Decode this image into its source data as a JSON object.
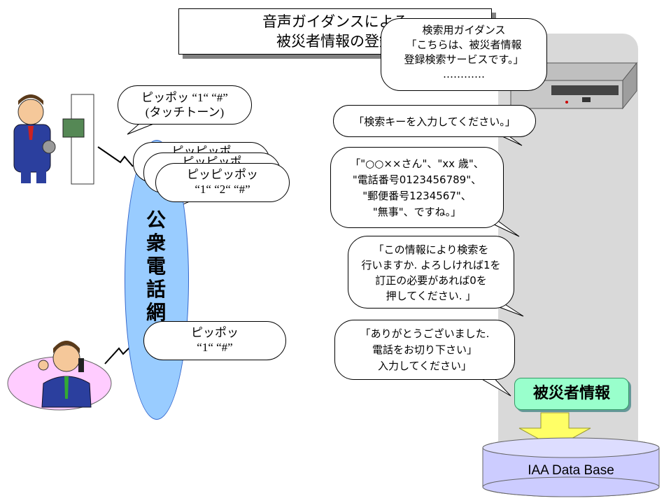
{
  "title": {
    "line1": "音声ガイダンスによる",
    "line2": "被災者情報の登録"
  },
  "network_label": "公衆電話網",
  "caller_bubble_1": {
    "line1": "ピッポッ “1“ “#”",
    "line2": "(タッチトーン)"
  },
  "stacked_bubble_back_1": {
    "text": "ピッピッポ"
  },
  "stacked_bubble_back_2": {
    "text": "ピッピッポ"
  },
  "caller_bubble_2": {
    "line1": "ピッピッポッ",
    "line2": "“1“ “2“  “#”"
  },
  "caller_bubble_3": {
    "line1": "ピッポッ",
    "line2": "“1“ “#”"
  },
  "guidance_bubble": {
    "line1": "検索用ガイダンス",
    "line2": "「こちらは、被災者情報",
    "line3": "登録検索サービスです。」",
    "line4": "…………"
  },
  "reply_search_key": {
    "line1": "「検索キーを入力してください。」"
  },
  "reply_confirm_info": {
    "line1": "「\"○○××さん\"、\"xx 歳\"、",
    "line2": "\"電話番号0123456789\"、",
    "line3": "\"郵便番号1234567\"、",
    "line4": "\"無事\"、ですね。」"
  },
  "reply_search_prompt": {
    "line1": "「この情報により検索を",
    "line2": "行いますか. よろしければ1を",
    "line3": "訂正の必要があれば0を",
    "line4": "押してください. 」"
  },
  "reply_thanks": {
    "line1": "「ありがとうございました.",
    "line2": "電話をお切り下さい」",
    "line3": "入力してください」"
  },
  "victim_info_button": "被災者情報",
  "database_label": "IAA Data Base",
  "colors": {
    "network": "#99ccff",
    "server_column": "#d9d9d9",
    "victim_info": "#99ffcc",
    "arrow": "#ffff66",
    "database": "#ccccff",
    "person_ellipse": "#ffccff"
  }
}
